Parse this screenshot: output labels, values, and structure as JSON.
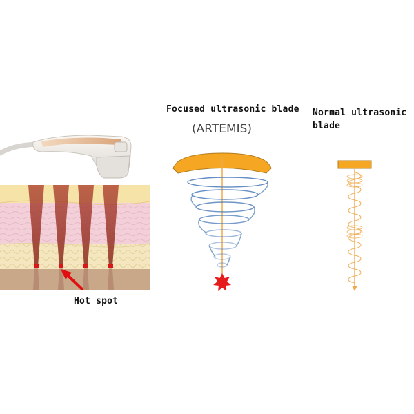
{
  "labels": {
    "focused": "Focused ultrasonic blade",
    "artemis": "(ARTEMIS)",
    "normal": "Normal ultrasonic blade",
    "hot_spot": "Hot spot"
  },
  "colors": {
    "transducer": "#f5a623",
    "focused_wave": "#4a7ab8",
    "normal_wave": "#f0a84a",
    "hot_spot_star": "#e61b1b",
    "arrow": "#e01010",
    "beam": "#b8432c"
  },
  "icons": {
    "handpiece": "ultrasound-handpiece-icon",
    "hot_spot": "star-burst-icon"
  }
}
